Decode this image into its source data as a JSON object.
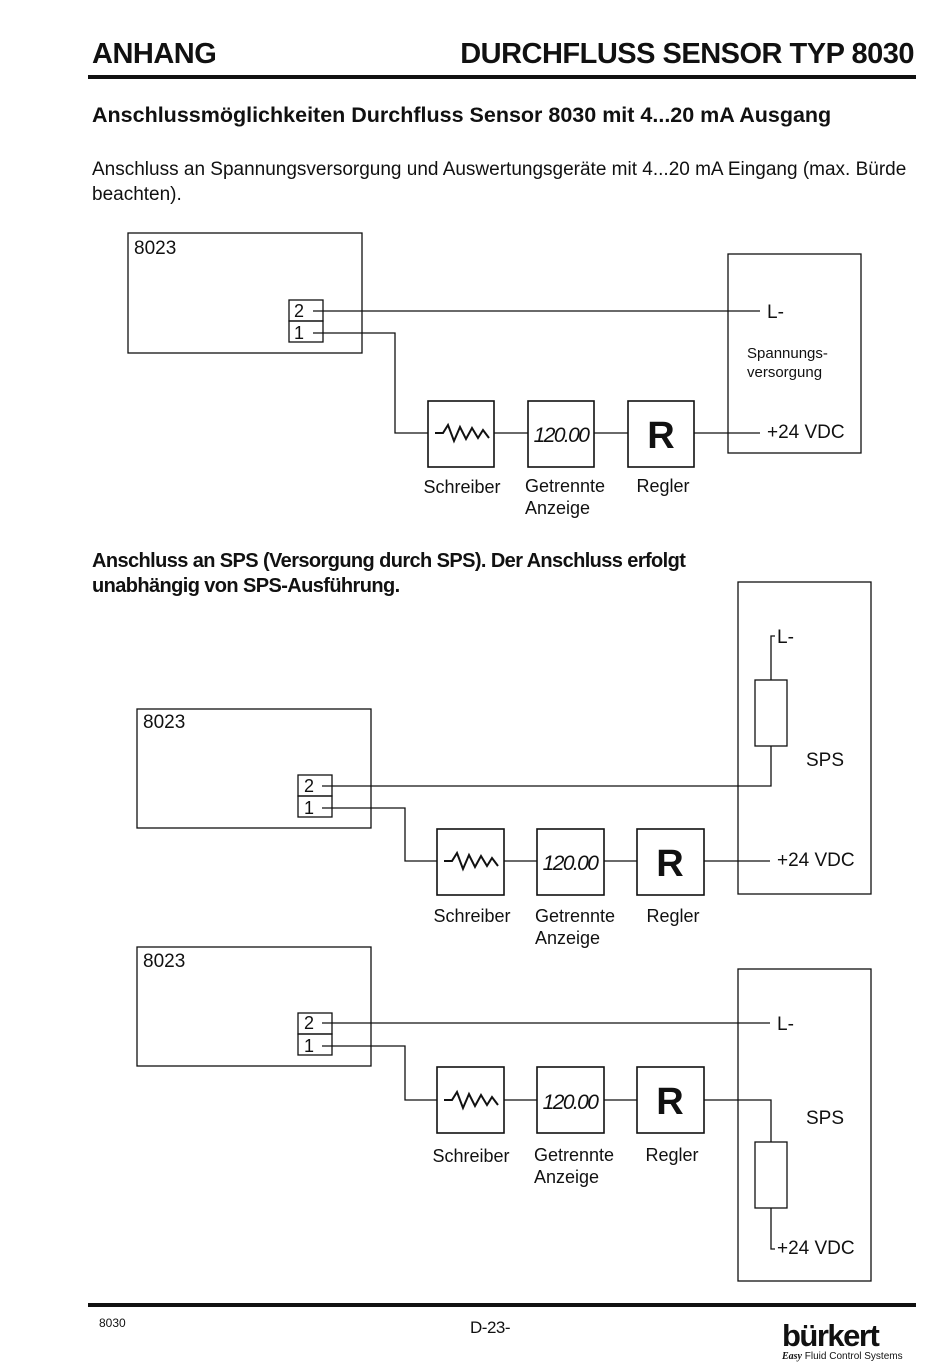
{
  "header": {
    "left": "ANHANG",
    "right": "DURCHFLUSS SENSOR TYP 8030"
  },
  "section1": {
    "title": "Anschlussmöglichkeiten Durchfluss Sensor 8030 mit 4...20 mA Ausgang",
    "intro": "Anschluss an Spannungsversorgung und Auswertungsgeräte mit 4...20 mA Eingang (max. Bürde beachten)."
  },
  "section2": {
    "title": "Anschluss an SPS (Versorgung durch SPS). Der Anschluss erfolgt unabhängig von SPS-Ausführung."
  },
  "diagram1": {
    "device": "8023",
    "terminal_2": "2",
    "terminal_1": "1",
    "l_minus": "L-",
    "supply_line1": "Spannungs-",
    "supply_line2": "versorgung",
    "vdc": "+24 VDC",
    "display_value": "120.00",
    "controller_letter": "R",
    "label_recorder": "Schreiber",
    "label_display_1": "Getrennte",
    "label_display_2": "Anzeige",
    "label_controller": "Regler"
  },
  "diagram2": {
    "device": "8023",
    "terminal_2": "2",
    "terminal_1": "1",
    "l_minus": "L-",
    "sps": "SPS",
    "vdc": "+24 VDC",
    "display_value": "120.00",
    "controller_letter": "R",
    "label_recorder": "Schreiber",
    "label_display_1": "Getrennte",
    "label_display_2": "Anzeige",
    "label_controller": "Regler"
  },
  "diagram3": {
    "device": "8023",
    "terminal_2": "2",
    "terminal_1": "1",
    "l_minus": "L-",
    "sps": "SPS",
    "vdc": "+24 VDC",
    "display_value": "120.00",
    "controller_letter": "R",
    "label_recorder": "Schreiber",
    "label_display_1": "Getrennte",
    "label_display_2": "Anzeige",
    "label_controller": "Regler"
  },
  "footer": {
    "doc_number": "8030",
    "page": "D-23-",
    "brand": "bürkert",
    "tagline_italic": "Easy",
    "tagline_rest": "Fluid Control Systems"
  }
}
